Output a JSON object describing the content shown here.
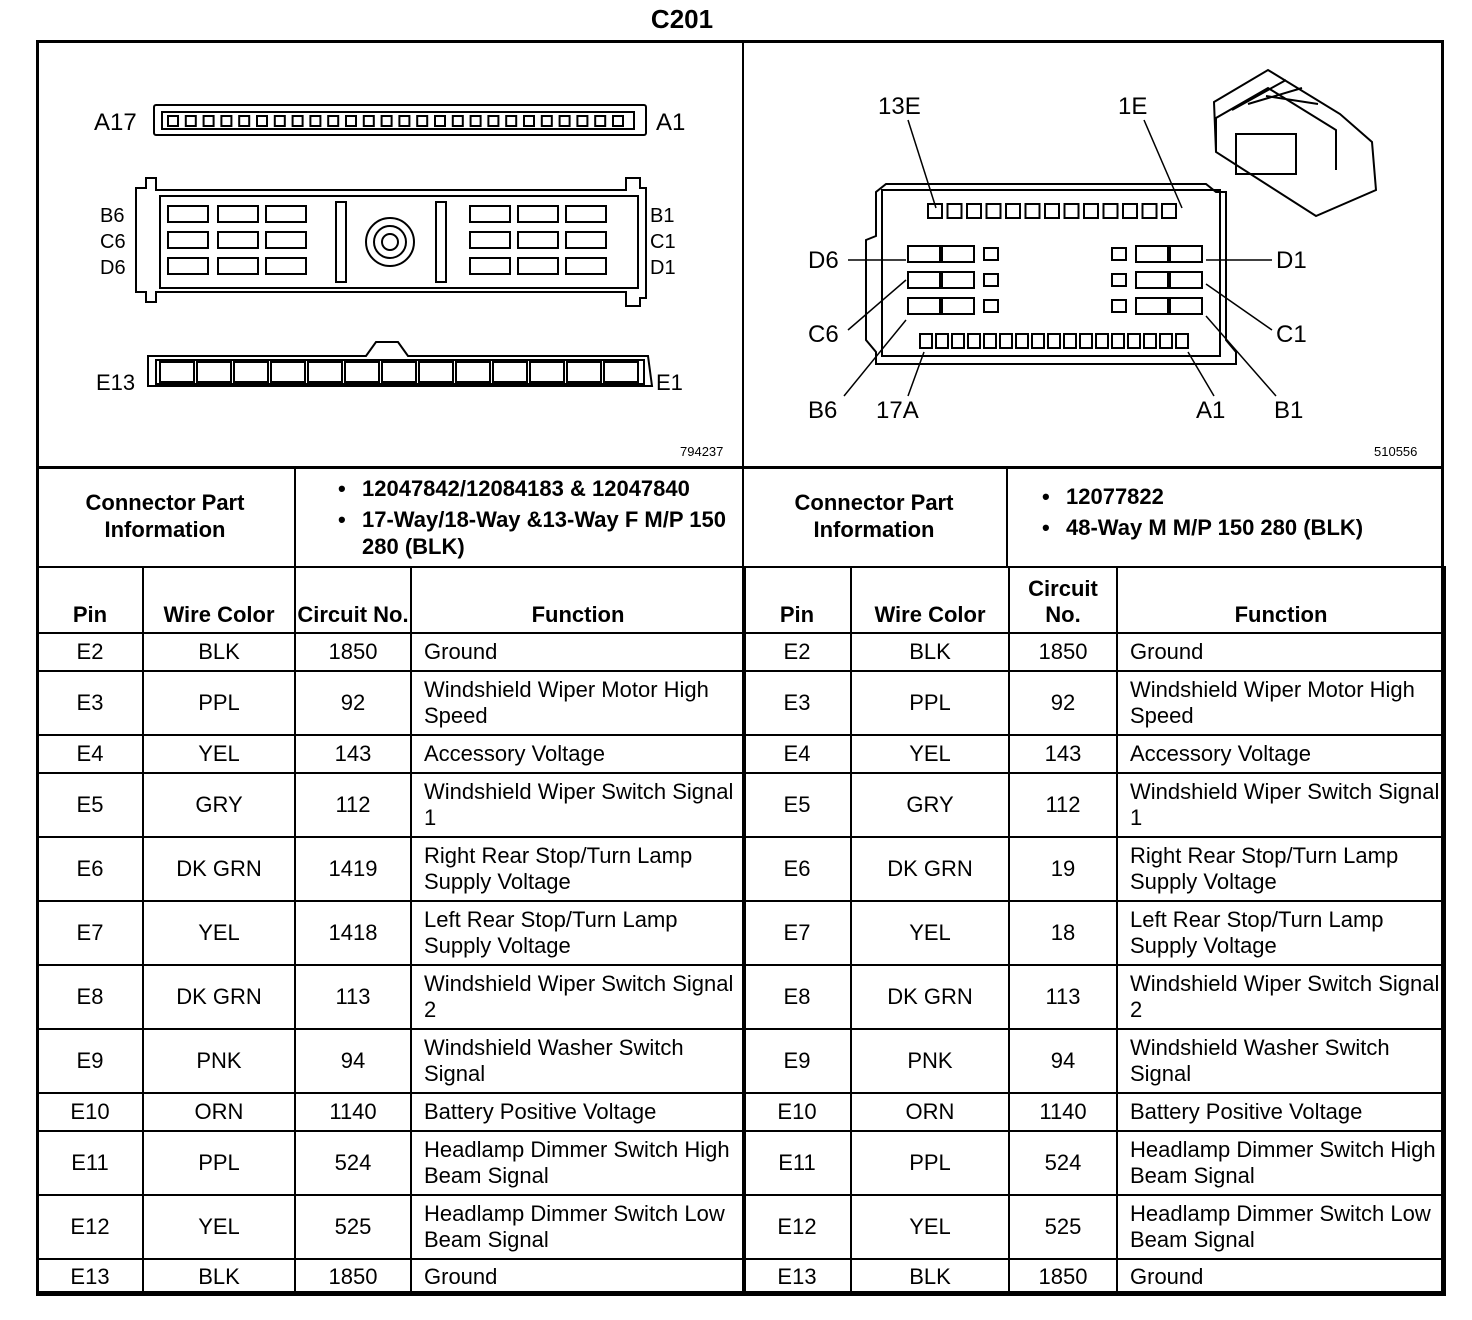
{
  "title": "C201",
  "left_connector": {
    "figure_id": "794237",
    "labels": {
      "a17": "A17",
      "a1": "A1",
      "b6": "B6",
      "c6": "C6",
      "d6": "D6",
      "b1": "B1",
      "c1": "C1",
      "d1": "D1",
      "e13": "E13",
      "e1": "E1"
    }
  },
  "right_connector": {
    "figure_id": "510556",
    "labels": {
      "e13": "13E",
      "e1": "1E",
      "d6": "D6",
      "d1": "D1",
      "c6": "C6",
      "c1": "C1",
      "b6": "B6",
      "a17": "17A",
      "a1": "A1",
      "b1": "B1"
    }
  },
  "left_info": {
    "label": "Connector Part Information",
    "items": [
      "12047842/12084183 & 12047840",
      "17-Way/18-Way &13-Way F M/P 150 280 (BLK)"
    ]
  },
  "right_info": {
    "label": "Connector Part Information",
    "items": [
      "12077822",
      "48-Way M M/P 150 280 (BLK)"
    ]
  },
  "left_table": {
    "headers": {
      "pin": "Pin",
      "wire": "Wire Color",
      "circuit": "Circuit No.",
      "function": "Function"
    },
    "rows": [
      {
        "pin": "E2",
        "wire": "BLK",
        "circuit": "1850",
        "function": "Ground"
      },
      {
        "pin": "E3",
        "wire": "PPL",
        "circuit": "92",
        "function": "Windshield Wiper Motor High Speed"
      },
      {
        "pin": "E4",
        "wire": "YEL",
        "circuit": "143",
        "function": "Accessory Voltage"
      },
      {
        "pin": "E5",
        "wire": "GRY",
        "circuit": "112",
        "function": "Windshield Wiper Switch Signal 1"
      },
      {
        "pin": "E6",
        "wire": "DK GRN",
        "circuit": "1419",
        "function": "Right Rear Stop/Turn Lamp Supply Voltage"
      },
      {
        "pin": "E7",
        "wire": "YEL",
        "circuit": "1418",
        "function": "Left Rear Stop/Turn Lamp Supply Voltage"
      },
      {
        "pin": "E8",
        "wire": "DK GRN",
        "circuit": "113",
        "function": "Windshield Wiper Switch Signal 2"
      },
      {
        "pin": "E9",
        "wire": "PNK",
        "circuit": "94",
        "function": "Windshield Washer Switch Signal"
      },
      {
        "pin": "E10",
        "wire": "ORN",
        "circuit": "1140",
        "function": "Battery Positive Voltage"
      },
      {
        "pin": "E11",
        "wire": "PPL",
        "circuit": "524",
        "function": "Headlamp Dimmer Switch High Beam Signal"
      },
      {
        "pin": "E12",
        "wire": "YEL",
        "circuit": "525",
        "function": "Headlamp Dimmer Switch Low Beam Signal"
      },
      {
        "pin": "E13",
        "wire": "BLK",
        "circuit": "1850",
        "function": "Ground"
      }
    ]
  },
  "right_table": {
    "headers": {
      "pin": "Pin",
      "wire": "Wire Color",
      "circuit": "Circuit No.",
      "function": "Function"
    },
    "rows": [
      {
        "pin": "E2",
        "wire": "BLK",
        "circuit": "1850",
        "function": "Ground"
      },
      {
        "pin": "E3",
        "wire": "PPL",
        "circuit": "92",
        "function": "Windshield Wiper Motor High Speed"
      },
      {
        "pin": "E4",
        "wire": "YEL",
        "circuit": "143",
        "function": "Accessory Voltage"
      },
      {
        "pin": "E5",
        "wire": "GRY",
        "circuit": "112",
        "function": "Windshield Wiper Switch Signal 1"
      },
      {
        "pin": "E6",
        "wire": "DK GRN",
        "circuit": "19",
        "function": "Right Rear Stop/Turn Lamp Supply Voltage"
      },
      {
        "pin": "E7",
        "wire": "YEL",
        "circuit": "18",
        "function": "Left Rear Stop/Turn Lamp Supply Voltage"
      },
      {
        "pin": "E8",
        "wire": "DK GRN",
        "circuit": "113",
        "function": "Windshield Wiper Switch Signal 2"
      },
      {
        "pin": "E9",
        "wire": "PNK",
        "circuit": "94",
        "function": "Windshield Washer Switch Signal"
      },
      {
        "pin": "E10",
        "wire": "ORN",
        "circuit": "1140",
        "function": "Battery Positive Voltage"
      },
      {
        "pin": "E11",
        "wire": "PPL",
        "circuit": "524",
        "function": "Headlamp Dimmer Switch High Beam Signal"
      },
      {
        "pin": "E12",
        "wire": "YEL",
        "circuit": "525",
        "function": "Headlamp Dimmer Switch Low Beam Signal"
      },
      {
        "pin": "E13",
        "wire": "BLK",
        "circuit": "1850",
        "function": "Ground"
      }
    ]
  }
}
